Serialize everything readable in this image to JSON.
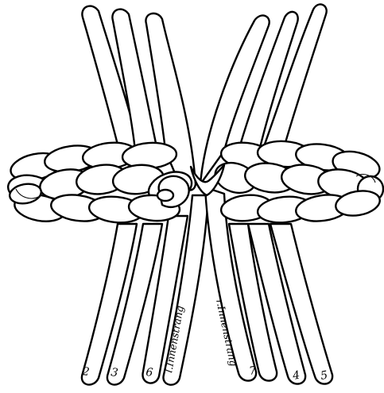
{
  "labels": {
    "num_2": "2",
    "num_3": "3",
    "num_6": "6",
    "num_7": "7",
    "num_4": "4",
    "num_5": "5",
    "left_strand": "l.Innenstrang",
    "right_strand": "r.Innenstrang"
  },
  "colors": {
    "ink": "#000000",
    "paper": "#ffffff"
  }
}
